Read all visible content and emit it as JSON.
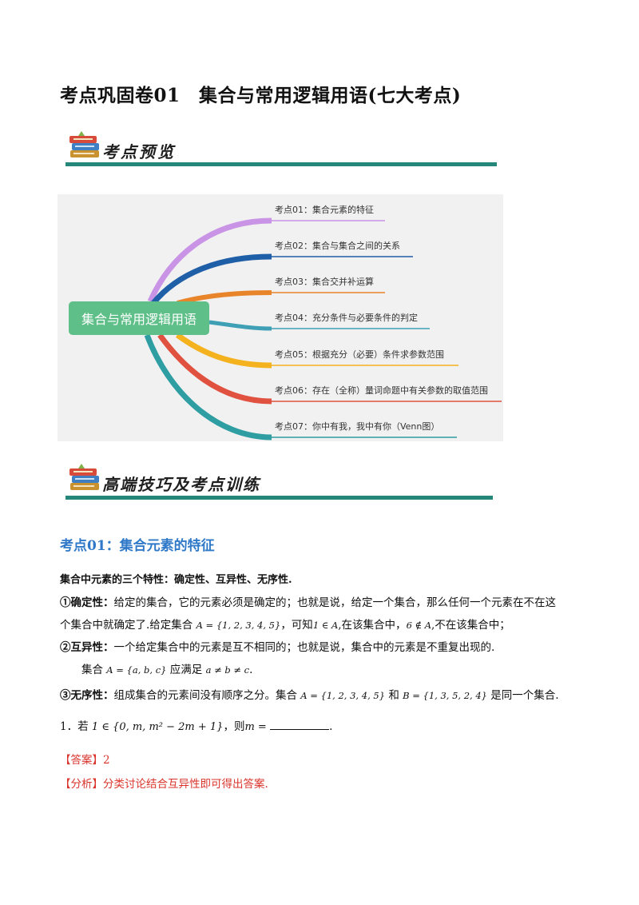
{
  "title": "考点巩固卷01　集合与常用逻辑用语(七大考点)",
  "banner1": {
    "label": "考点预览"
  },
  "mindmap": {
    "center": "集合与常用逻辑用语",
    "branches": [
      {
        "label": "考点01：集合元素的特征",
        "color": "#c994e6"
      },
      {
        "label": "考点02：集合与集合之间的关系",
        "color": "#1f5fa8"
      },
      {
        "label": "考点03：集合交并补运算",
        "color": "#e8842a"
      },
      {
        "label": "考点04：充分条件与必要条件的判定",
        "color": "#3f9fb5"
      },
      {
        "label": "考点05：根据充分（必要）条件求参数范围",
        "color": "#f4b21f"
      },
      {
        "label": "考点06：存在（全称）量词命题中有关参数的取值范围",
        "color": "#e0513f"
      },
      {
        "label": "考点07：你中有我，我中有你（Venn图）",
        "color": "#2e9ea3"
      }
    ]
  },
  "banner2": {
    "label": "高端技巧及考点训练"
  },
  "section": {
    "heading": "考点01：集合元素的特征",
    "intro": "集合中元素的三个特性：确定性、互异性、无序性.",
    "p1_label": "①确定性：",
    "p1_a": "给定的集合，它的元素必须是确定的；也就是说，给定一个集合，那么任何一个元素在不在这",
    "p1_b": "个集合中就确定了.给定集合",
    "p1_set": "A = {1, 2, 3, 4, 5}",
    "p1_c": "，可知",
    "p1_in": "1 ∈ A",
    "p1_d": ",在该集合中，",
    "p1_notin": "6 ∉ A",
    "p1_e": ",不在该集合中；",
    "p2_label": "②互异性：",
    "p2_a": "一个给定集合中的元素是互不相同的；也就是说，集合中的元素是不重复出现的.",
    "p2_b": "集合",
    "p2_set": "A = {a, b, c}",
    "p2_c": "应满足",
    "p2_cond": "a ≠ b ≠ c",
    "p2_d": ".",
    "p3_label": "③无序性：",
    "p3_a": "组成集合的元素间没有顺序之分。集合",
    "p3_setA": "A = {1, 2, 3, 4, 5}",
    "p3_and": "和",
    "p3_setB": "B = {1, 3, 5, 2, 4}",
    "p3_b": "是同一个集合.",
    "q1_num": "1．若",
    "q1_expr": "1 ∈ {0, m, m² − 2m + 1}",
    "q1_then": "，则",
    "q1_var": "m =",
    "q1_end": ".",
    "answer_label": "【答案】",
    "answer_value": "2",
    "analysis_label": "【分析】",
    "analysis_text": "分类讨论结合互异性即可得出答案."
  }
}
